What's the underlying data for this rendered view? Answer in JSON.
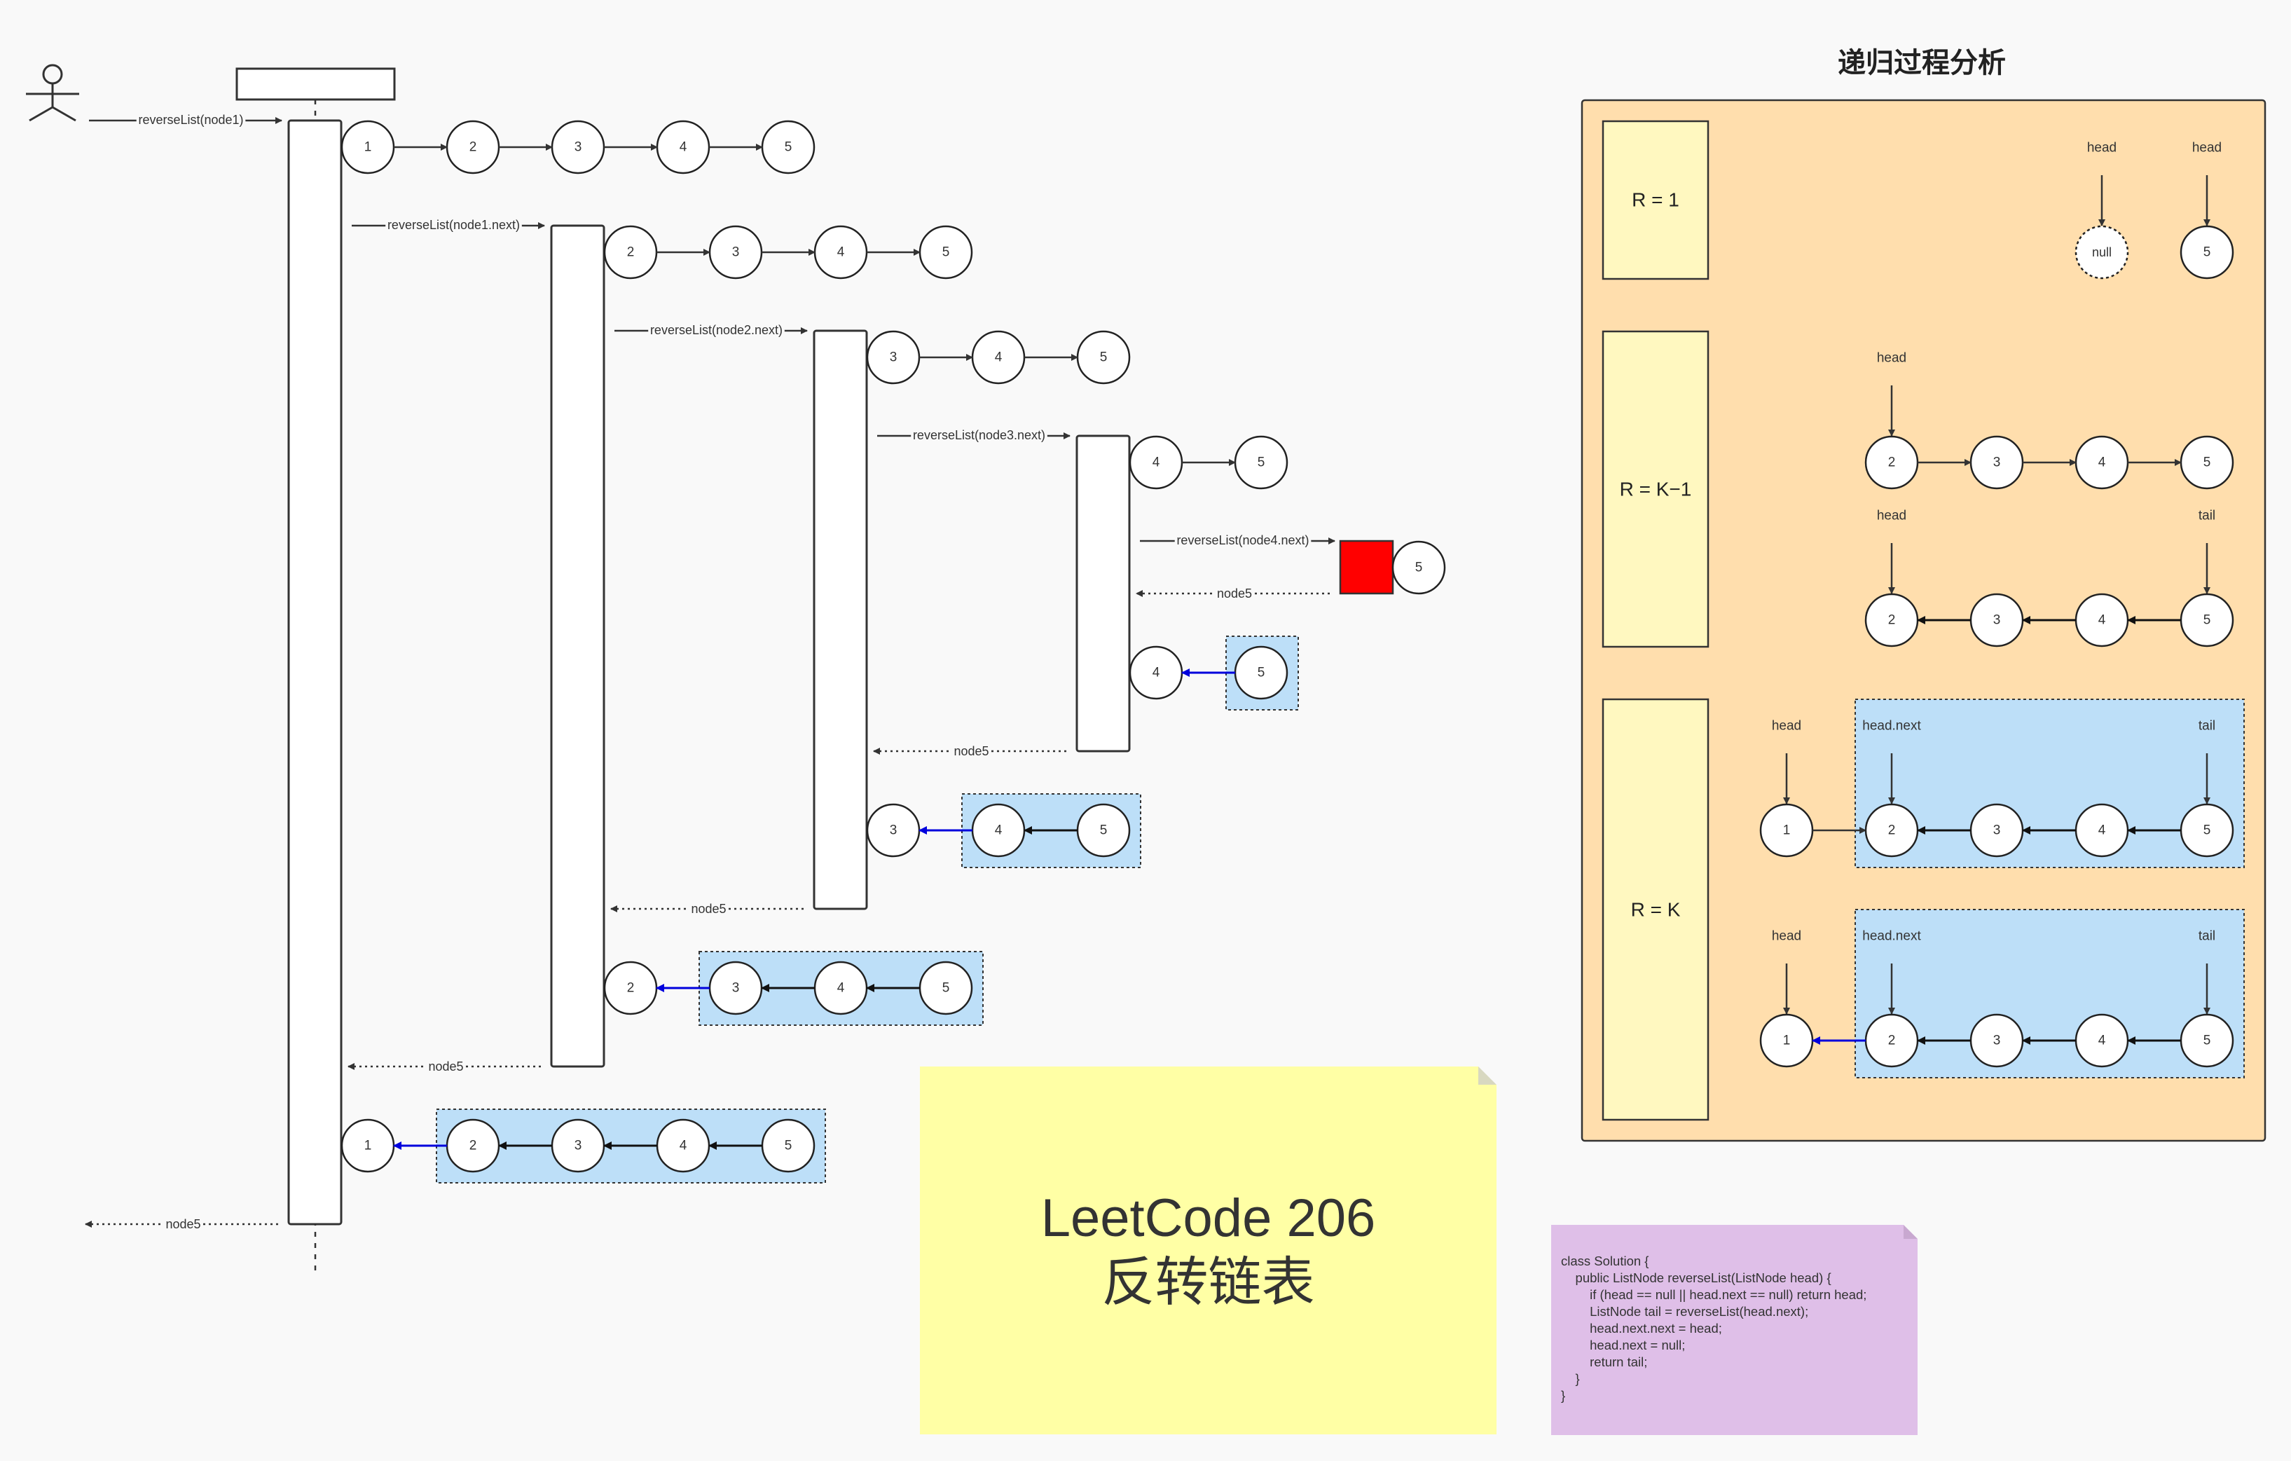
{
  "call_labels": [
    "reverseList(node1)",
    "reverseList(node1.next)",
    "reverseList(node2.next)",
    "reverseList(node3.next)",
    "reverseList(node4.next)"
  ],
  "return_label": "node5",
  "node_values": [
    "1",
    "2",
    "3",
    "4",
    "5"
  ],
  "analysis": {
    "title": "递归过程分析",
    "rows": [
      "R = 1",
      "R = K−1",
      "R = K"
    ],
    "null_label": "null",
    "head_label": "head",
    "tail_label": "tail",
    "head_next_label": "head.next"
  },
  "sticky": {
    "line1": "LeetCode 206",
    "line2": "反转链表"
  },
  "code_lines": [
    "class Solution {",
    "    public ListNode reverseList(ListNode head) {",
    "        if (head == null || head.next == null) return head;",
    "        ListNode tail = reverseList(head.next);",
    "        head.next.next = head;",
    "        head.next = null;",
    "        return tail;",
    "    }",
    "}"
  ],
  "colors": {
    "panel_bg": "#ffdead",
    "row_label_bg": "#fff8c0",
    "highlight_bg": "#bddff8",
    "base_case_node": "#ff0000",
    "new_link_arrow": "#0000dd",
    "sticky_bg": "#ffffa5",
    "code_note_bg": "#dfbfe8"
  }
}
